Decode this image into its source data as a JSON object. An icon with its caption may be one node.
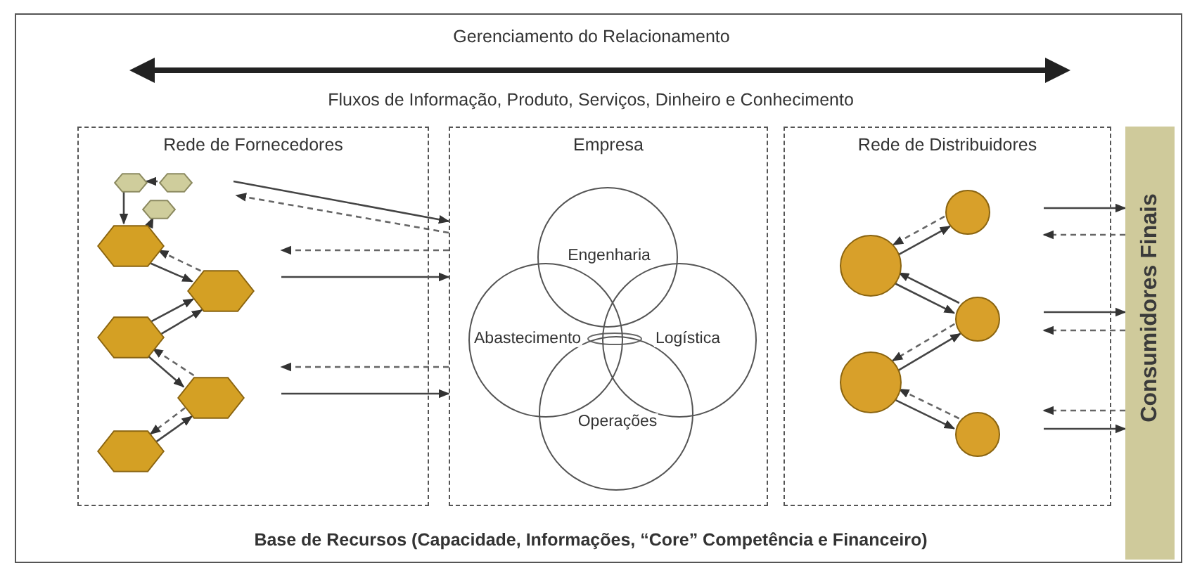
{
  "diagram": {
    "title": "Gerenciamento do Relacionamento",
    "nodes": [
      {
        "text": [
          "Rede de Fornecedores"
        ]
      },
      {
        "text": [
          "Empresa"
        ]
      },
      {
        "text": [
          "Rede de Distribuidores"
        ]
      },
      {
        "text": [
          "Consumidores Finais"
        ]
      },
      {
        "text": [
          "Engenharia"
        ],
        "in": 1
      },
      {
        "text": [
          "Abastecimento"
        ],
        "in": 1
      },
      {
        "text": [
          "Logística"
        ],
        "in": 1
      },
      {
        "text": [
          "Operações"
        ],
        "in": 1
      },
      {
        "text": [],
        "shape": "hexagon",
        "in": 0
      },
      {
        "text": [],
        "shape": "hexagon",
        "in": 0
      },
      {
        "text": [],
        "shape": "hexagon",
        "in": 0
      },
      {
        "text": [],
        "shape": "hexagon",
        "in": 0
      },
      {
        "text": [],
        "shape": "hexagon",
        "in": 0
      },
      {
        "text": [],
        "shape": "hexagon",
        "in": 0
      },
      {
        "text": [],
        "shape": "hexagon",
        "in": 0
      },
      {
        "text": [],
        "shape": "hexagon",
        "in": 0
      },
      {
        "text": [],
        "shape": "circle",
        "in": 2
      },
      {
        "text": [],
        "shape": "circle",
        "in": 2
      },
      {
        "text": [],
        "shape": "circle",
        "in": 2
      },
      {
        "text": [],
        "shape": "circle",
        "in": 2
      },
      {
        "text": [],
        "shape": "circle",
        "in": 2
      }
    ],
    "edges": [
      {
        "from": 9,
        "to": 8,
        "arrow": "to"
      },
      {
        "from": 8,
        "to": 11,
        "arrow": "to"
      },
      {
        "from": 11,
        "to": 10,
        "arrow": "to"
      },
      {
        "from": 11,
        "to": 12,
        "arrow": "to"
      },
      {
        "from": 12,
        "to": 11,
        "arrow": "to",
        "style": "dashed"
      },
      {
        "from": 13,
        "to": 12,
        "arrow": "to"
      },
      {
        "from": 13,
        "to": 12,
        "arrow": "to"
      },
      {
        "from": 14,
        "to": 13,
        "arrow": "to",
        "style": "dashed"
      },
      {
        "from": 13,
        "to": 14,
        "arrow": "to"
      },
      {
        "from": 14,
        "to": 15,
        "arrow": "to",
        "style": "dashed"
      },
      {
        "from": 15,
        "to": 14,
        "arrow": "to"
      },
      {
        "from": null,
        "to": 1,
        "arrow": "to"
      },
      {
        "from": 1,
        "to": null,
        "arrow": "to",
        "style": "dashed"
      },
      {
        "from": 1,
        "to": null,
        "arrow": "to",
        "style": "dashed"
      },
      {
        "from": null,
        "to": 1,
        "arrow": "to"
      },
      {
        "from": 1,
        "to": null,
        "arrow": "to",
        "style": "dashed"
      },
      {
        "from": null,
        "to": 1,
        "arrow": "to"
      },
      {
        "from": 16,
        "to": 17,
        "arrow": "to"
      },
      {
        "from": 17,
        "to": 16,
        "arrow": "to",
        "style": "dashed"
      },
      {
        "from": 16,
        "to": 18,
        "arrow": "to"
      },
      {
        "from": 18,
        "to": 16,
        "arrow": "to"
      },
      {
        "from": 18,
        "to": 19,
        "arrow": "to",
        "style": "dashed"
      },
      {
        "from": 19,
        "to": 18,
        "arrow": "to"
      },
      {
        "from": 19,
        "to": 20,
        "arrow": "to"
      },
      {
        "from": 20,
        "to": 19,
        "arrow": "to",
        "style": "dashed"
      },
      {
        "from": null,
        "to": 3,
        "arrow": "to"
      },
      {
        "from": 3,
        "to": null,
        "arrow": "to",
        "style": "dashed"
      },
      {
        "from": null,
        "to": 3,
        "arrow": "to"
      },
      {
        "from": 3,
        "to": null,
        "arrow": "to",
        "style": "dashed"
      },
      {
        "from": 3,
        "to": null,
        "arrow": "to",
        "style": "dashed"
      },
      {
        "from": null,
        "to": 3,
        "arrow": "to"
      }
    ],
    "labels": [
      "Fluxos de Informação, Produto, Serviços, Dinheiro e Conhecimento",
      "Base de Recursos (Capacidade, Informações, “Core” Competência e Financeiro)"
    ]
  }
}
